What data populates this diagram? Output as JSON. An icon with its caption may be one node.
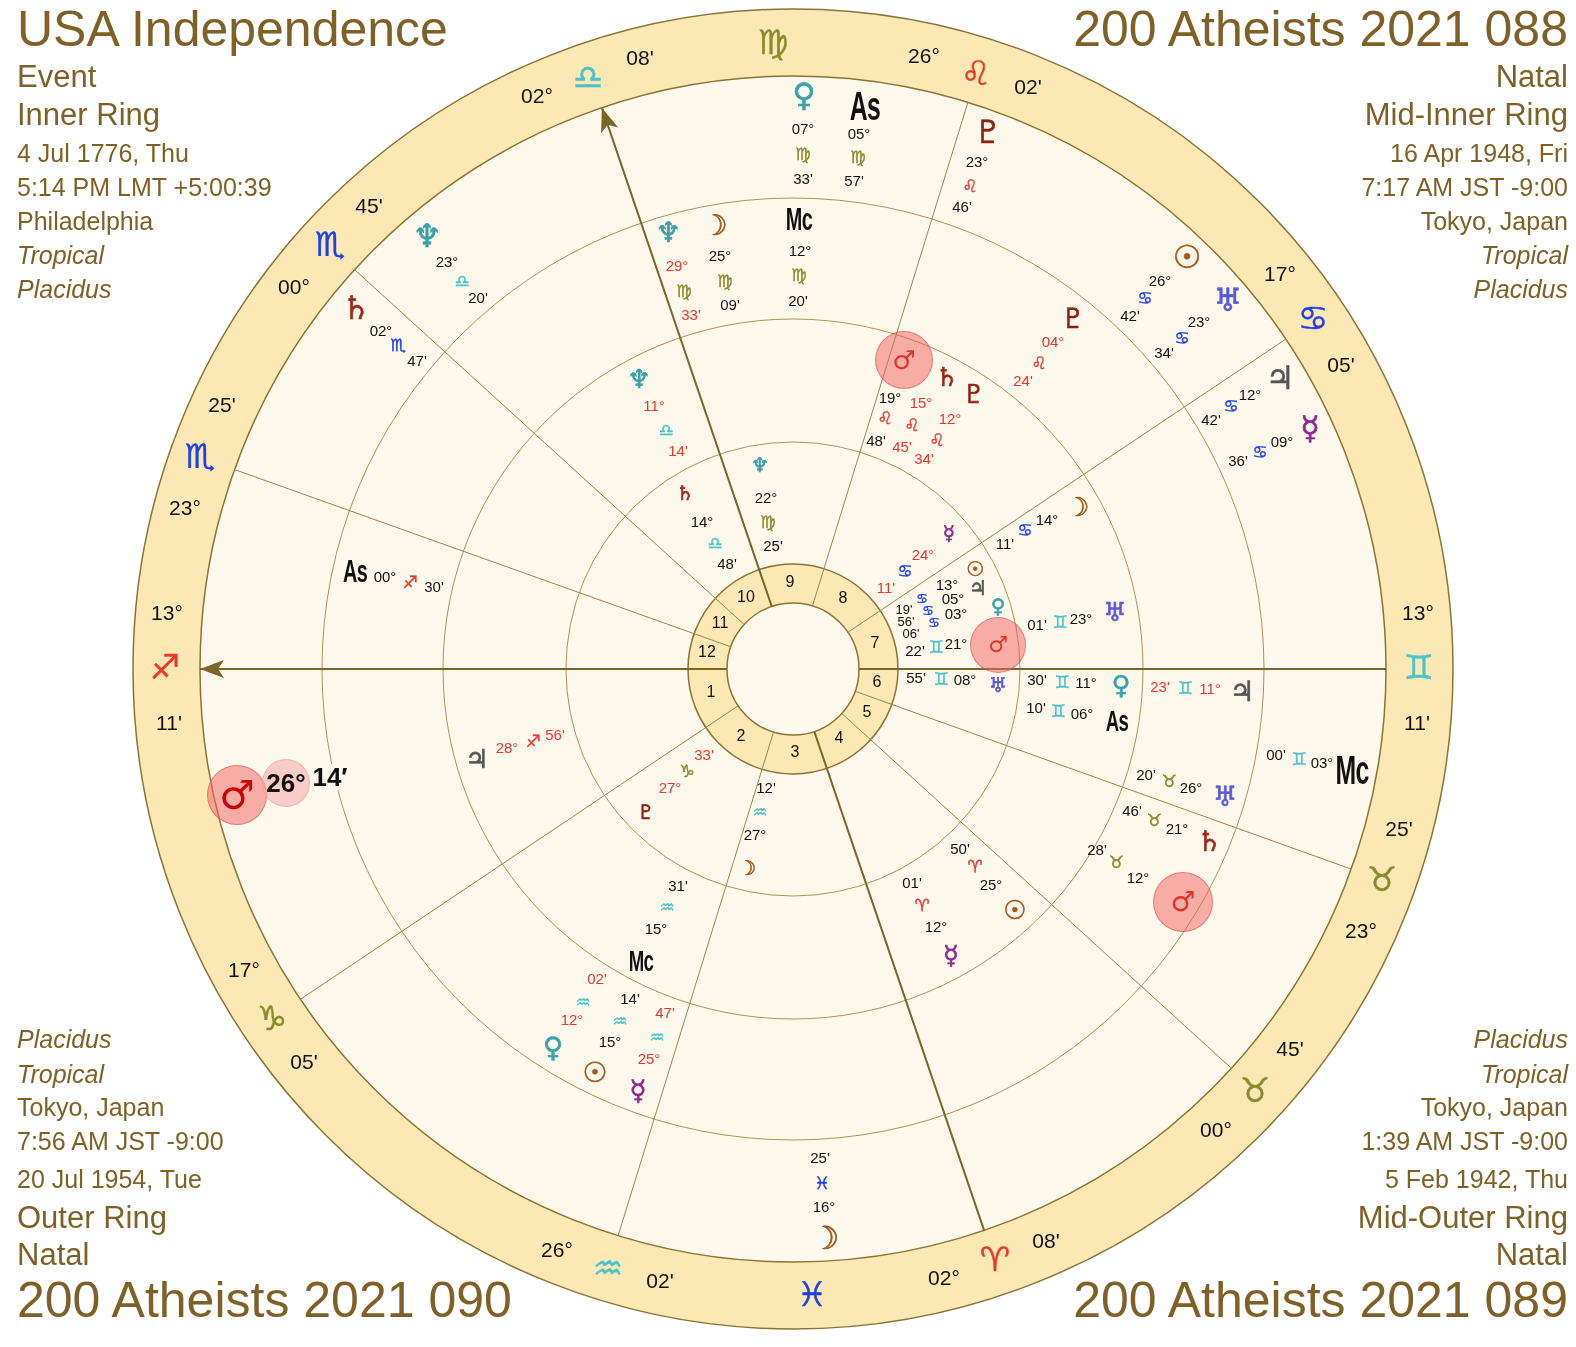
{
  "diagram": {
    "nodes": [
      {
        "text": [
          "♂"
        ],
        "beside": [
          "19°",
          "♌",
          "48'"
        ]
      },
      {
        "text": [
          "♂"
        ],
        "beside": [
          "21°",
          "♊",
          "22'"
        ]
      },
      {
        "text": [
          "♂"
        ]
      },
      {
        "text": [
          "26°"
        ],
        "beside": [
          "14′"
        ]
      },
      {
        "text": [
          "♂"
        ],
        "beside": [
          "12°",
          "♉",
          "28'"
        ]
      }
    ],
    "labels": [
      "USA Independence",
      "Event",
      "Inner Ring",
      "4 Jul 1776, Thu",
      "5:14 PM LMT +5:00:39",
      "Philadelphia",
      "Tropical",
      "Placidus",
      "200 Atheists 2021 088",
      "Natal",
      "Mid-Inner Ring",
      "16 Apr 1948, Fri",
      "7:17 AM JST -9:00",
      "Tokyo, Japan",
      "Tropical",
      "Placidus",
      "Placidus",
      "Tropical",
      "Tokyo, Japan",
      "7:56 AM JST -9:00",
      "20 Jul 1954, Tue",
      "Outer Ring",
      "Natal",
      "200 Atheists 2021 090",
      "Placidus",
      "Tropical",
      "Tokyo, Japan",
      "1:39 AM JST -9:00",
      "5 Feb 1942, Thu",
      "Mid-Outer Ring",
      "Natal",
      "200 Atheists 2021 089",
      "02°",
      "♎",
      "08'",
      "♍",
      "26°",
      "♌",
      "02'",
      "17°",
      "♋",
      "05'",
      "13°",
      "♊",
      "11'",
      "25'",
      "♉",
      "23°",
      "45'",
      "♉",
      "00°",
      "08'",
      "♈",
      "02°",
      "♓",
      "02'",
      "♒",
      "26°",
      "05'",
      "♑",
      "17°",
      "11'",
      "♐",
      "13°",
      "23°",
      "♏",
      "25'",
      "00°",
      "♏",
      "45'",
      "1",
      "2",
      "3",
      "4",
      "5",
      "6",
      "7",
      "8",
      "9",
      "10",
      "11",
      "12",
      "♄",
      "14°",
      "♎",
      "48'",
      "♆",
      "22°",
      "♍",
      "25'",
      "☿",
      "24°",
      "♋",
      "11'",
      "☉",
      "13°",
      "♋",
      "19'",
      "♃",
      "05°",
      "♋",
      "56'",
      "♀",
      "03°",
      "♋",
      "06'",
      "♅",
      "08°",
      "♊",
      "55'",
      "☽",
      "27°",
      "♒",
      "12'",
      "♇",
      "27°",
      "♑",
      "33'",
      "♆",
      "11°",
      "♎",
      "14'",
      "♄",
      "15°",
      "♌",
      "45'",
      "♇",
      "12°",
      "♌",
      "34'",
      "☽",
      "14°",
      "♋",
      "11'",
      "♅",
      "23°",
      "♊",
      "01'",
      "♀",
      "11°",
      "♊",
      "30'",
      "As",
      "06°",
      "♊",
      "10'",
      "☉",
      "25°",
      "♈",
      "50'",
      "☿",
      "12°",
      "♈",
      "01'",
      "Mc",
      "15°",
      "♒",
      "31'",
      "♃",
      "28°",
      "♐",
      "56'",
      "♆",
      "29°",
      "♍",
      "33'",
      "☽",
      "25°",
      "♍",
      "09'",
      "Mc",
      "12°",
      "♍",
      "20'",
      "♇",
      "04°",
      "♌",
      "24'",
      "♃",
      "11°",
      "♊",
      "23'",
      "♅",
      "26°",
      "♉",
      "20'",
      "♄",
      "21°",
      "♉",
      "46'",
      "☿",
      "25°",
      "♒",
      "47'",
      "☉",
      "15°",
      "♒",
      "14'",
      "♀",
      "12°",
      "♒",
      "02'",
      "As",
      "00°",
      "♐",
      "30'",
      "♀",
      "07°",
      "♍",
      "33'",
      "As",
      "05°",
      "♍",
      "57'",
      "♇",
      "23°",
      "♌",
      "46'",
      "☉",
      "26°",
      "♋",
      "42'",
      "♅",
      "23°",
      "♋",
      "34'",
      "♃",
      "12°",
      "♋",
      "42'",
      "☿",
      "09°",
      "♋",
      "36'",
      "Mc",
      "03°",
      "♊",
      "00'",
      "☽",
      "16°",
      "♓",
      "25'",
      "♆",
      "23°",
      "♎",
      "20'",
      "♄",
      "02°",
      "♏",
      "47'"
    ]
  }
}
